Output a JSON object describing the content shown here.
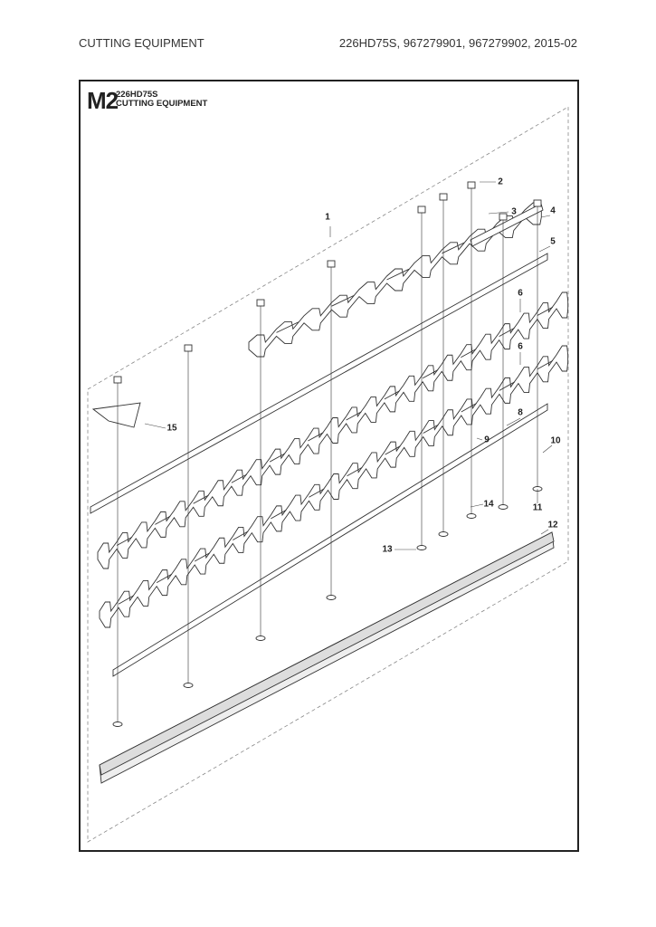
{
  "header": {
    "section": "CUTTING EQUIPMENT",
    "models": "226HD75S, 967279901, 967279902, 2015-02"
  },
  "diagram": {
    "code": "M2",
    "model": "226HD75S",
    "title": "CUTTING EQUIPMENT",
    "callouts": [
      "1",
      "2",
      "3",
      "4",
      "5",
      "6",
      "6",
      "8",
      "9",
      "10",
      "11",
      "12",
      "13",
      "14",
      "15"
    ]
  }
}
